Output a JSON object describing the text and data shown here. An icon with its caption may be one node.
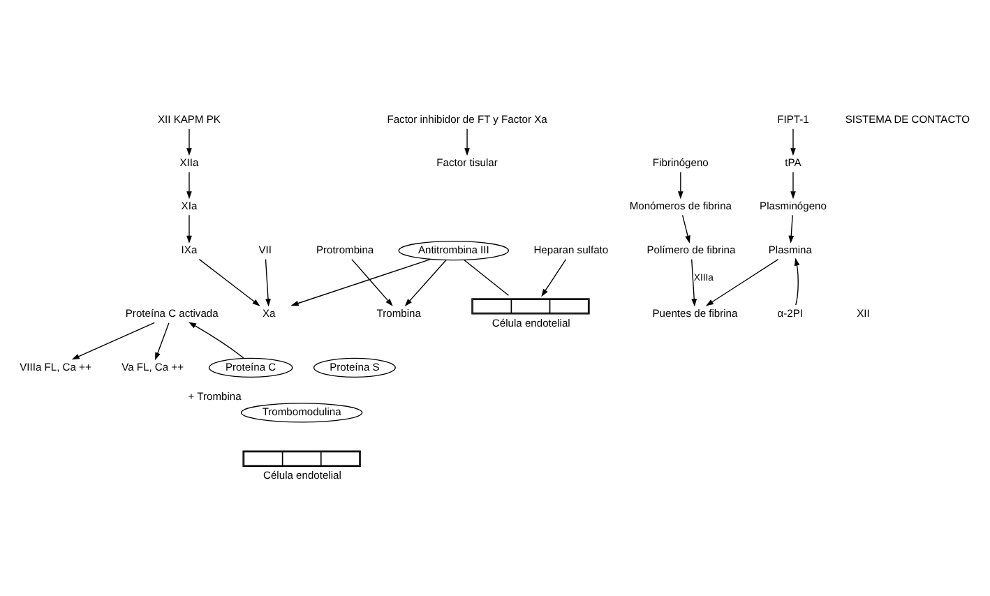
{
  "diagram": {
    "nodes": [
      {
        "text": [
          "XII KAPM PK"
        ]
      },
      {
        "text": [
          "XIIa"
        ]
      },
      {
        "text": [
          "XIa"
        ]
      },
      {
        "text": [
          "IXa"
        ]
      },
      {
        "text": [
          "VIIIa FL, Ca ++"
        ]
      },
      {
        "text": [
          "Factor inhibidor de FT y Factor Xa"
        ]
      },
      {
        "text": [
          "Factor tisular"
        ]
      },
      {
        "text": [
          "VII"
        ]
      },
      {
        "text": [
          "Xa"
        ]
      },
      {
        "text": [
          "Protrombina"
        ]
      },
      {
        "text": [
          "Trombina"
        ]
      },
      {
        "text": [
          "Va FL, Ca ++"
        ]
      },
      {
        "text": [
          "Proteína C activada"
        ]
      },
      {
        "text": [
          "Proteína C"
        ]
      },
      {
        "text": [
          "Proteína S"
        ]
      },
      {
        "text": [
          "Trombomodulina"
        ],
        "beside": [
          "+ Trombina"
        ]
      },
      {
        "text": [
          "Antitrombina III"
        ]
      },
      {
        "text": [
          "Heparan sulfato"
        ]
      },
      {
        "text": [
          "Fibrinógeno"
        ]
      },
      {
        "text": [
          "Monómeros de fibrina"
        ]
      },
      {
        "text": [
          "Polímero de fibrina"
        ]
      },
      {
        "text": [
          "Puentes de fibrina"
        ]
      },
      {
        "text": [
          "FIPT-1"
        ]
      },
      {
        "text": [
          "tPA"
        ]
      },
      {
        "text": [
          "Plasminógeno"
        ]
      },
      {
        "text": [
          "Plasmina"
        ]
      },
      {
        "text": [
          "α-2PI"
        ]
      },
      {
        "text": [],
        "shape": "bar",
        "beside": [
          "Célula endotelial"
        ]
      },
      {
        "text": [],
        "shape": "bar",
        "beside": [
          "Célula endotelial"
        ]
      }
    ],
    "edges": [
      {
        "from": 0,
        "to": 1,
        "arrow": "to"
      },
      {
        "from": 1,
        "to": 2,
        "arrow": "to"
      },
      {
        "from": 2,
        "to": 3,
        "arrow": "to"
      },
      {
        "from": 3,
        "to": 8,
        "arrow": "to"
      },
      {
        "from": 5,
        "to": 6,
        "arrow": "to"
      },
      {
        "from": 7,
        "to": 8,
        "arrow": "to"
      },
      {
        "from": 9,
        "to": 10,
        "arrow": "to"
      },
      {
        "from": 16,
        "to": 10,
        "arrow": "to"
      },
      {
        "from": 16,
        "to": 8,
        "arrow": "to"
      },
      {
        "from": 12,
        "to": 4,
        "arrow": "to"
      },
      {
        "from": 12,
        "to": 11,
        "arrow": "to"
      },
      {
        "from": 13,
        "to": 12,
        "arrow": "to"
      },
      {
        "from": 16,
        "to": 27,
        "arrow": "none"
      },
      {
        "from": 17,
        "to": 27,
        "arrow": "to"
      },
      {
        "from": 18,
        "to": 19,
        "arrow": "to"
      },
      {
        "from": 19,
        "to": 20,
        "arrow": "to"
      },
      {
        "from": 20,
        "to": 21,
        "arrow": "to",
        "label": "XIIIa"
      },
      {
        "from": 22,
        "to": 23,
        "arrow": "to"
      },
      {
        "from": 23,
        "to": 24,
        "arrow": "to"
      },
      {
        "from": 24,
        "to": 25,
        "arrow": "to"
      },
      {
        "from": 25,
        "to": 21,
        "arrow": "to"
      },
      {
        "from": 26,
        "to": 25,
        "arrow": "to"
      }
    ],
    "labels": [
      "SISTEMA DE CONTACTO",
      "XII"
    ]
  }
}
